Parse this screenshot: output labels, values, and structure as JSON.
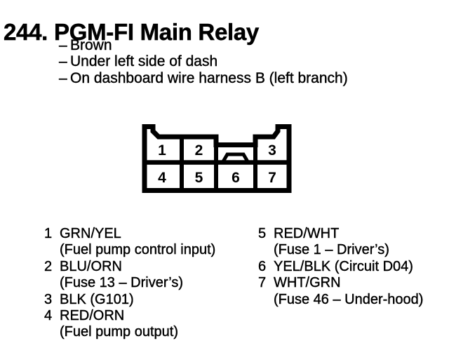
{
  "title": {
    "index": "244.",
    "name": "PGM-FI Main Relay"
  },
  "notes": {
    "marker": "–",
    "items": [
      "Brown",
      "Under left side of dash",
      "On dashboard wire harness B (left branch)"
    ]
  },
  "connector": {
    "top_row": [
      "1",
      "2",
      "3"
    ],
    "bottom_row": [
      "4",
      "5",
      "6",
      "7"
    ]
  },
  "legend": {
    "left": [
      {
        "pin": "1",
        "code": "GRN/YEL",
        "desc": "(Fuel pump control input)"
      },
      {
        "pin": "2",
        "code": "BLU/ORN",
        "desc": "(Fuse 13 – Driver’s)"
      },
      {
        "pin": "3",
        "code": "BLK (G101)"
      },
      {
        "pin": "4",
        "code": "RED/ORN",
        "desc": "(Fuel pump output)"
      }
    ],
    "right": [
      {
        "pin": "5",
        "code": "RED/WHT",
        "desc": "(Fuse 1 – Driver’s)"
      },
      {
        "pin": "6",
        "code": "YEL/BLK (Circuit D04)"
      },
      {
        "pin": "7",
        "code": "WHT/GRN",
        "desc": "(Fuse 46 – Under-hood)"
      }
    ]
  },
  "colors": {
    "ink": "#000000",
    "paper": "#ffffff"
  }
}
